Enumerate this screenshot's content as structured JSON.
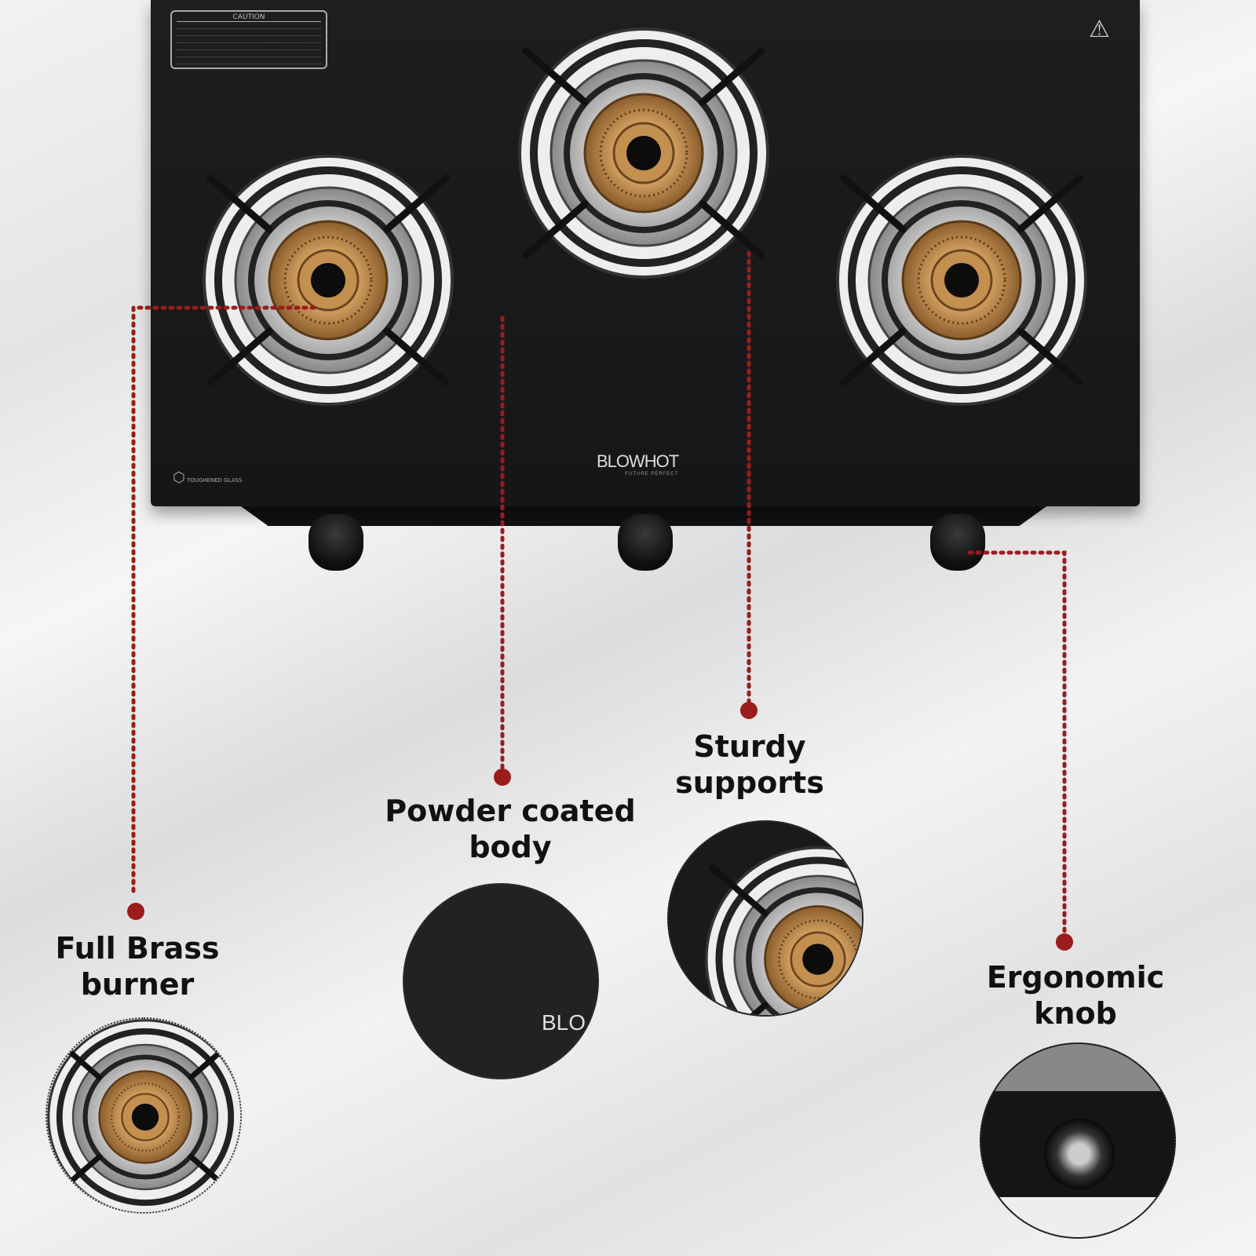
{
  "brand": {
    "logo": "BLOWHOT",
    "tagline": "FUTURE PERFECT",
    "badge": "TOUGHENED GLASS"
  },
  "caution_label": {
    "title": "CAUTION"
  },
  "callouts": [
    {
      "label": "Full Brass\nburner"
    },
    {
      "label": "Powder coated\nbody"
    },
    {
      "label": "Sturdy\nsupports"
    },
    {
      "label": "Ergonomic\nknob"
    }
  ],
  "inset_logo_fragment": "BLO",
  "colors": {
    "accent": "#9b1c1c",
    "cooktop": "#1a1a1a",
    "brass": "#b8864b"
  }
}
